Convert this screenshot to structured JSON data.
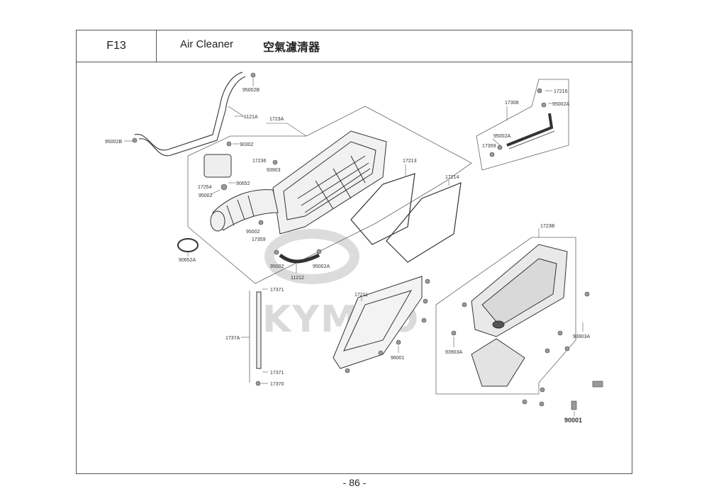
{
  "header": {
    "section_code": "F13",
    "title_en": "Air Cleaner",
    "title_zh": "空氣濾清器"
  },
  "page_number": "- 86 -",
  "watermark": "KYMCO",
  "part_labels": [
    "95002B",
    "1121A",
    "95002B",
    "1723A",
    "90302",
    "17308",
    "17216",
    "95002A",
    "95002A",
    "17359",
    "17236",
    "93903",
    "17254",
    "95002",
    "90652",
    "17213",
    "17214",
    "95002",
    "17359",
    "90652A",
    "95002",
    "95002A",
    "11212",
    "1723B",
    "17371",
    "1737A",
    "17371",
    "17370",
    "17211",
    "96001",
    "93903A",
    "93903A",
    "90001"
  ]
}
